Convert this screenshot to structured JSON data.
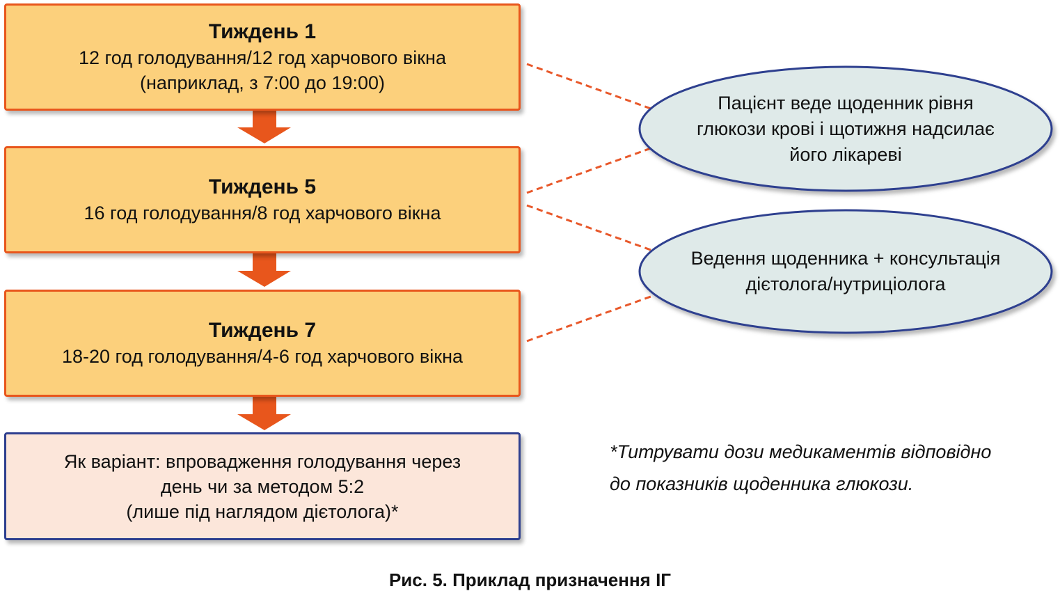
{
  "steps": [
    {
      "title": "Тиждень 1",
      "lines": [
        "12 год голодування/12 год харчового вікна",
        "(наприклад, з 7:00 до 19:00)"
      ]
    },
    {
      "title": "Тиждень 5",
      "lines": [
        "16 год голодування/8 год харчового вікна"
      ]
    },
    {
      "title": "Тиждень 7",
      "lines": [
        "18-20 год голодування/4-6 год харчового вікна"
      ]
    }
  ],
  "option": {
    "lines": [
      "Як варіант: впровадження голодування через",
      "день чи за методом 5:2",
      "(лише під наглядом дієтолога)*"
    ]
  },
  "notes": [
    {
      "lines": [
        "Пацієнт веде щоденник рівня",
        "глюкози крові і щотижня надсилає",
        "його лікареві"
      ]
    },
    {
      "lines": [
        "Ведення щоденника + консультація",
        "дієтолога/нутриціолога"
      ]
    }
  ],
  "footnote": [
    "*Титрувати дози медикаментів відповідно",
    "до показників щоденника глюкози."
  ],
  "caption": "Рис. 5. Приклад призначення ІГ",
  "colors": {
    "box_fill": "#fcd07c",
    "box_border": "#e8561c",
    "option_fill": "#fce6da",
    "ellipse_fill": "#dfeae9",
    "ellipse_border": "#2e3f8f",
    "arrow": "#e8561c"
  }
}
